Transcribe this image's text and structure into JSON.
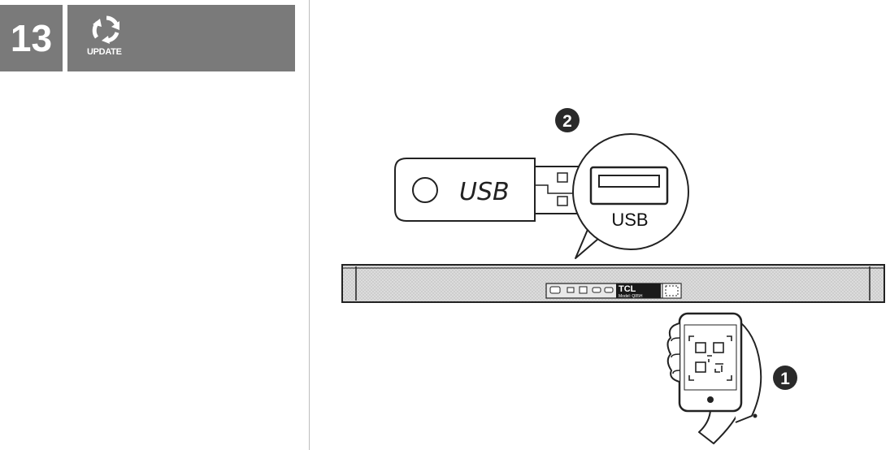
{
  "header": {
    "step_number": "13",
    "section_label": "UPDATE"
  },
  "illustration": {
    "usb_stick_label": "USB",
    "port_label": "USB",
    "brand": "TCL",
    "model": "Model: Q85H",
    "callout_1": "1",
    "callout_2": "2"
  },
  "colors": {
    "header_bg": "#7a7a7a",
    "callout_bg": "#2a2a2a",
    "soundbar_fill": "#d6d6d6"
  }
}
